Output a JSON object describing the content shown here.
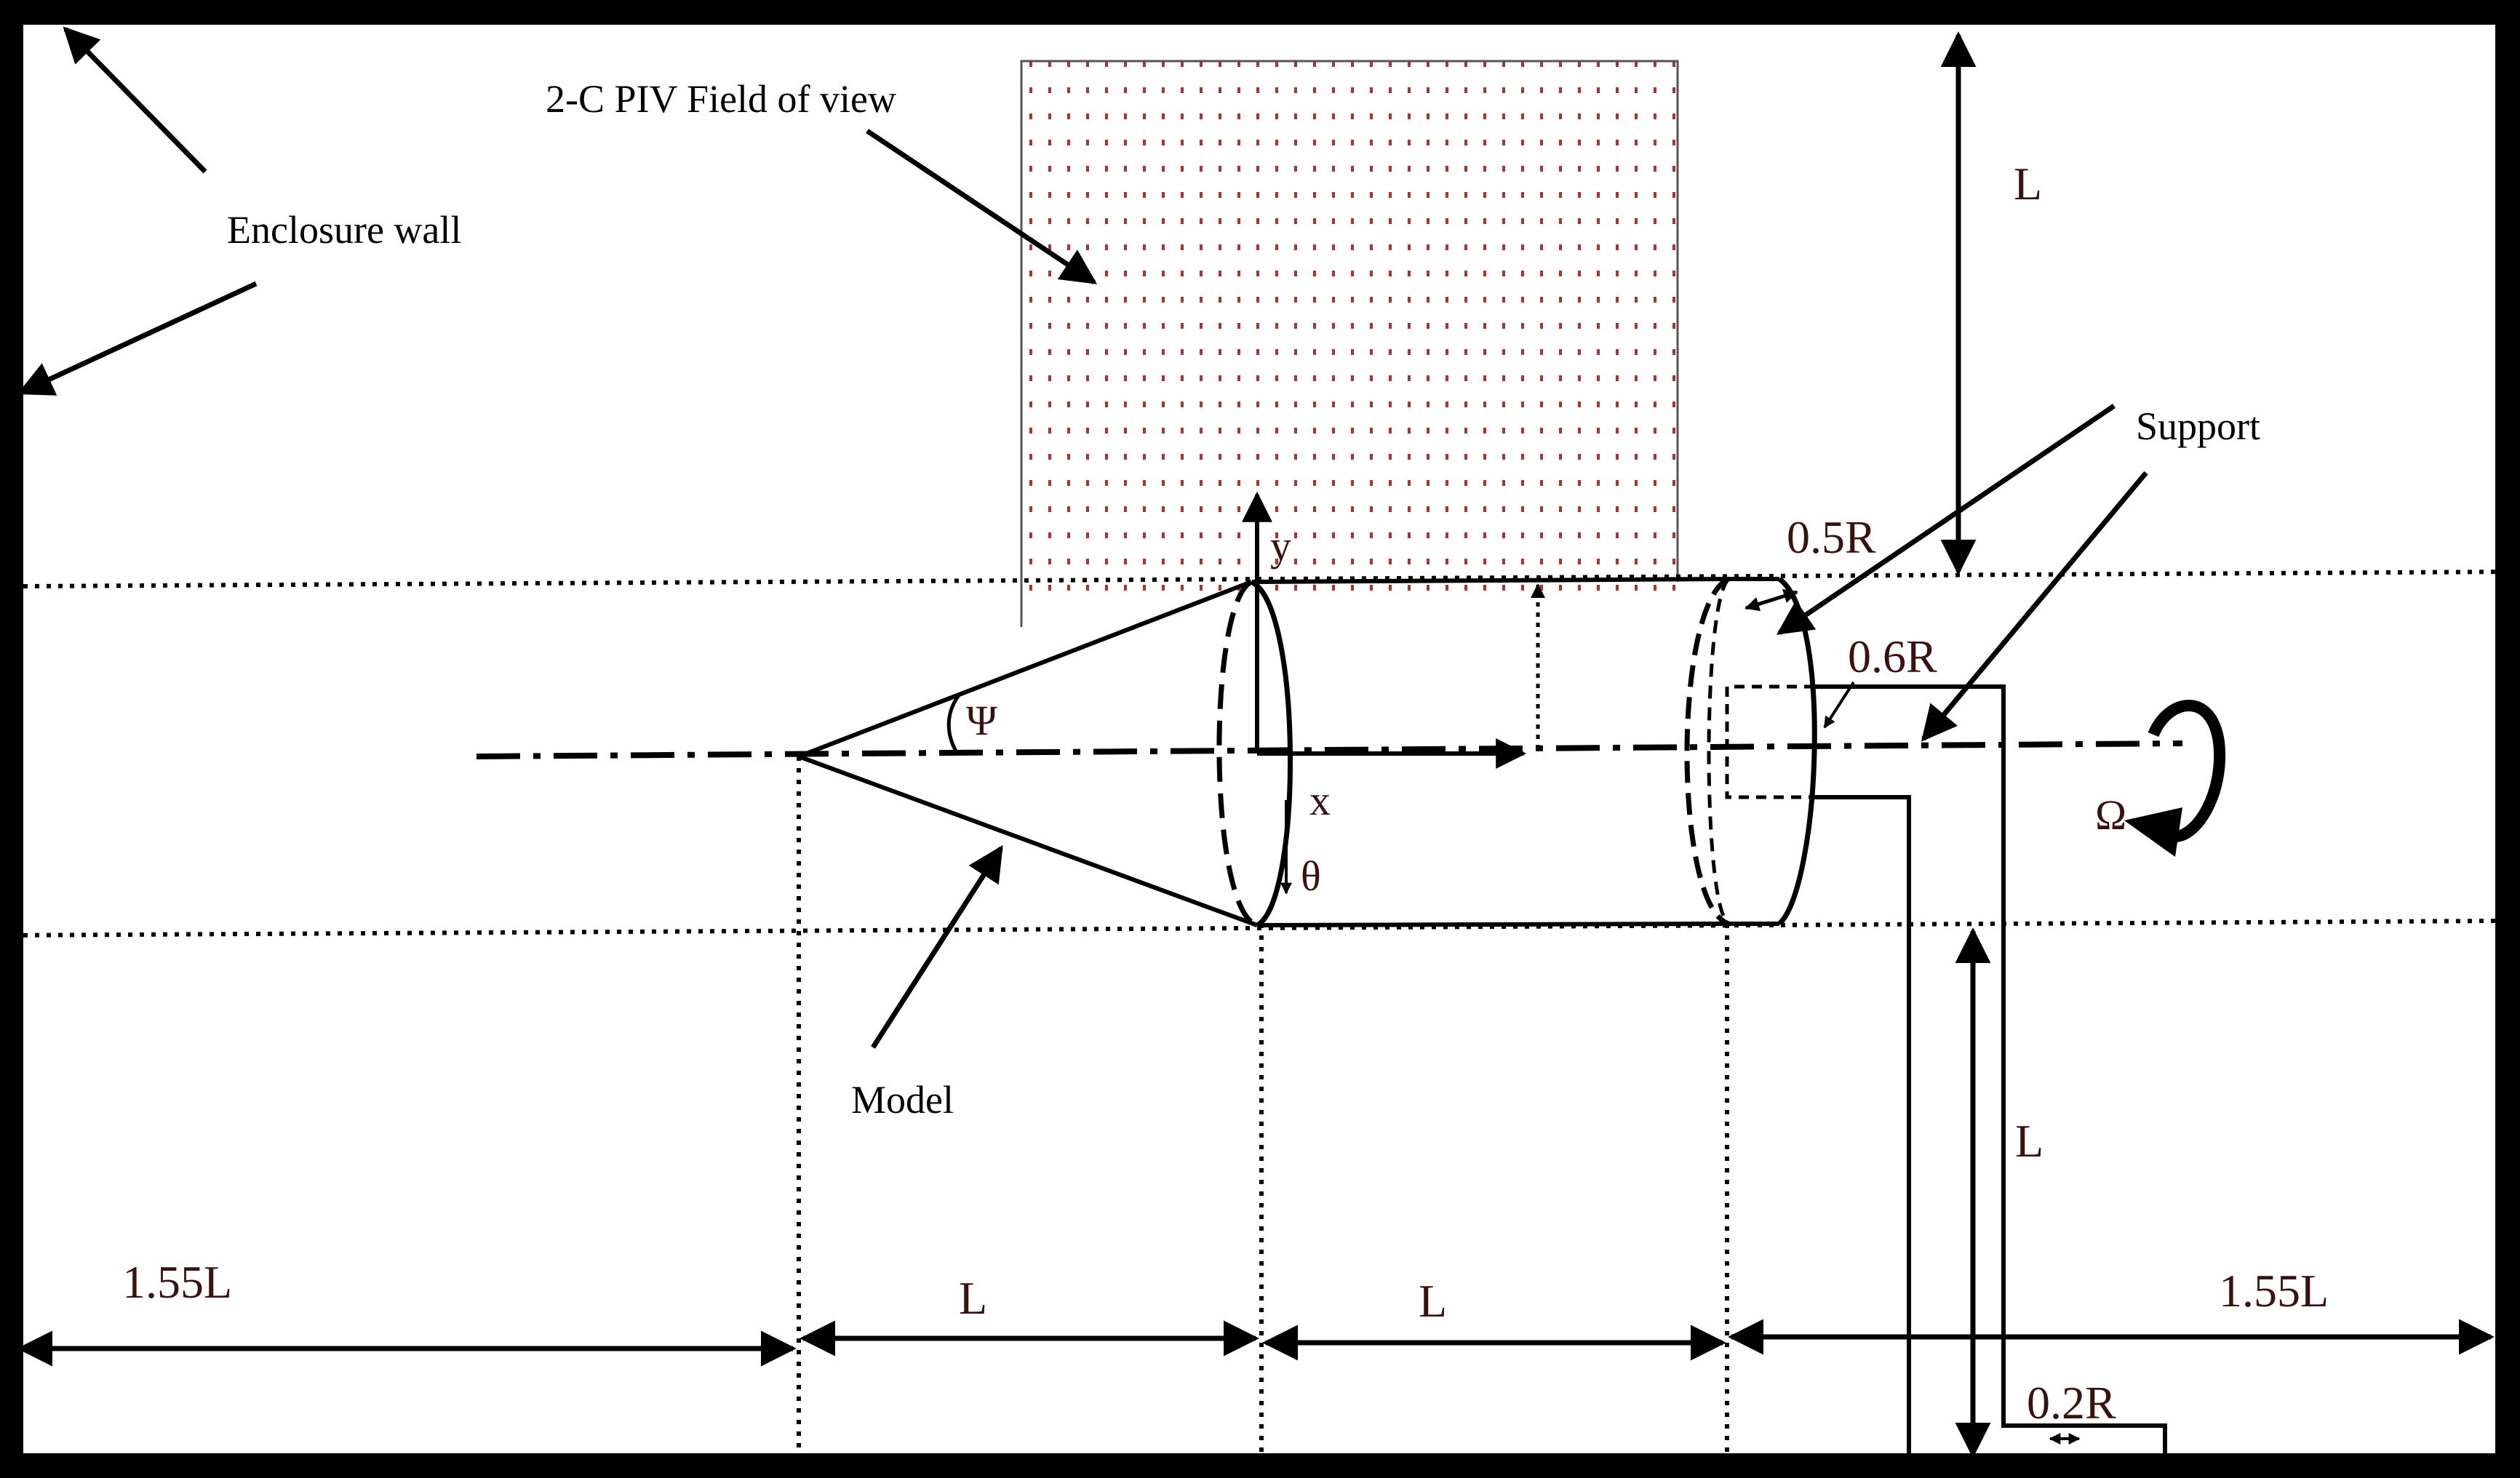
{
  "labels": {
    "enclosure_wall": "Enclosure wall",
    "piv_fov": "2-C PIV Field of view",
    "support": "Support",
    "model": "Model"
  },
  "dimensions": {
    "top_gap": "L",
    "bottom_gap": "L",
    "left_upstream": "1.55L",
    "cone_length": "L",
    "cylinder_length": "L",
    "right_downstream": "1.55L",
    "flange_thickness": "0.5R",
    "support_offset": "0.6R",
    "support_width": "0.2R"
  },
  "symbols": {
    "psi": "Ψ",
    "y_axis": "y",
    "x_axis": "x",
    "theta": "θ",
    "omega": "Ω"
  },
  "colors": {
    "ink": "#000000",
    "dim_text": "#3a1111",
    "piv_dots": "#b03030"
  }
}
